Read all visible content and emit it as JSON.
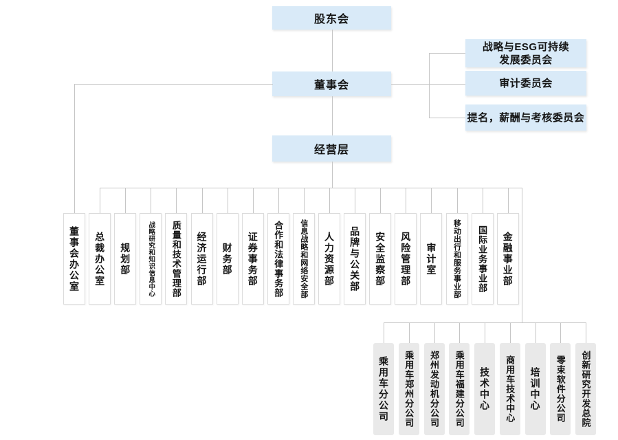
{
  "colors": {
    "blue_box": "#d9eaf8",
    "gray_box": "#e9e9e9",
    "dept_border": "#dcdcdc",
    "line": "#c5c5c5",
    "text": "#151515"
  },
  "top_nodes": {
    "shareholders": "股东会",
    "board": "董事会",
    "management": "经营层"
  },
  "board_committees": [
    "战略与ESG可持续\n发展委员会",
    "审计委员会",
    "提名，薪酬与考核委员会"
  ],
  "board_departments": [
    "董事会办公室"
  ],
  "management_departments": [
    "总裁办公室",
    "规划部",
    "战略研究和知识信息中心",
    "质量和技术管理部",
    "经济运行部",
    "财务部",
    "证券事务部",
    "合作和法律事务部",
    "信息战略和网络安全部",
    "人力资源部",
    "品牌与公关部",
    "安全监察部",
    "风险管理部",
    "审计室",
    "移动出行和服务事业部",
    "国际业务事业部",
    "金融事业部"
  ],
  "subsidiaries": [
    "乘用车分公司",
    "乘用车郑州分公司",
    "郑州发动机分公司",
    "乘用车福建分公司",
    "技术中心",
    "商用车技术中心",
    "培训中心",
    "零束软件分公司",
    "创新研究开发总院"
  ]
}
